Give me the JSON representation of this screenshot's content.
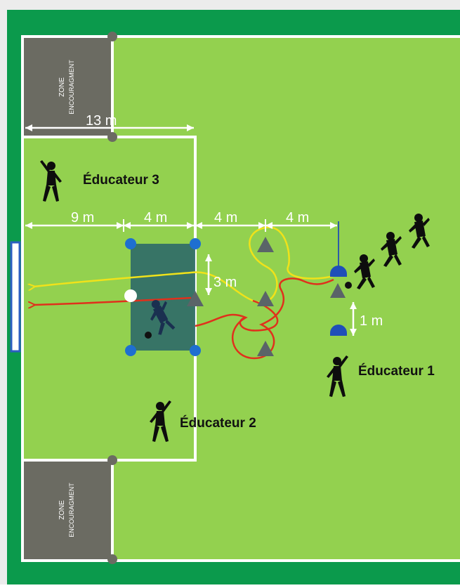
{
  "colors": {
    "outer_border": "#0b9a4c",
    "field": "#93d14f",
    "lines": "#ffffff",
    "zone": "#6b6b62",
    "box": "#2f6b68",
    "cone_blue": "#1f4fb8",
    "triangle": "#5a6468",
    "yellow_path": "#f0e21a",
    "red_path": "#e0301c",
    "figure": "#0d0d0d"
  },
  "zones": {
    "top_label_line1": "ZONE",
    "top_label_line2": "ENCOURAGMENT",
    "bottom_label_line1": "ZONE",
    "bottom_label_line2": "ENCOURAGMENT"
  },
  "dimensions": {
    "width_13m": "13 m",
    "d_9m": "9 m",
    "d_4m_a": "4 m",
    "d_4m_b": "4 m",
    "d_4m_c": "4 m",
    "d_3m": "3 m",
    "d_1m": "1 m"
  },
  "educators": {
    "e1": "Éducateur 1",
    "e2": "Éducateur 2",
    "e3": "Éducateur 3"
  },
  "icons": {
    "player": "person-silhouette-icon",
    "cone": "cone-icon",
    "marker": "triangle-marker-icon",
    "ball": "ball-icon"
  }
}
